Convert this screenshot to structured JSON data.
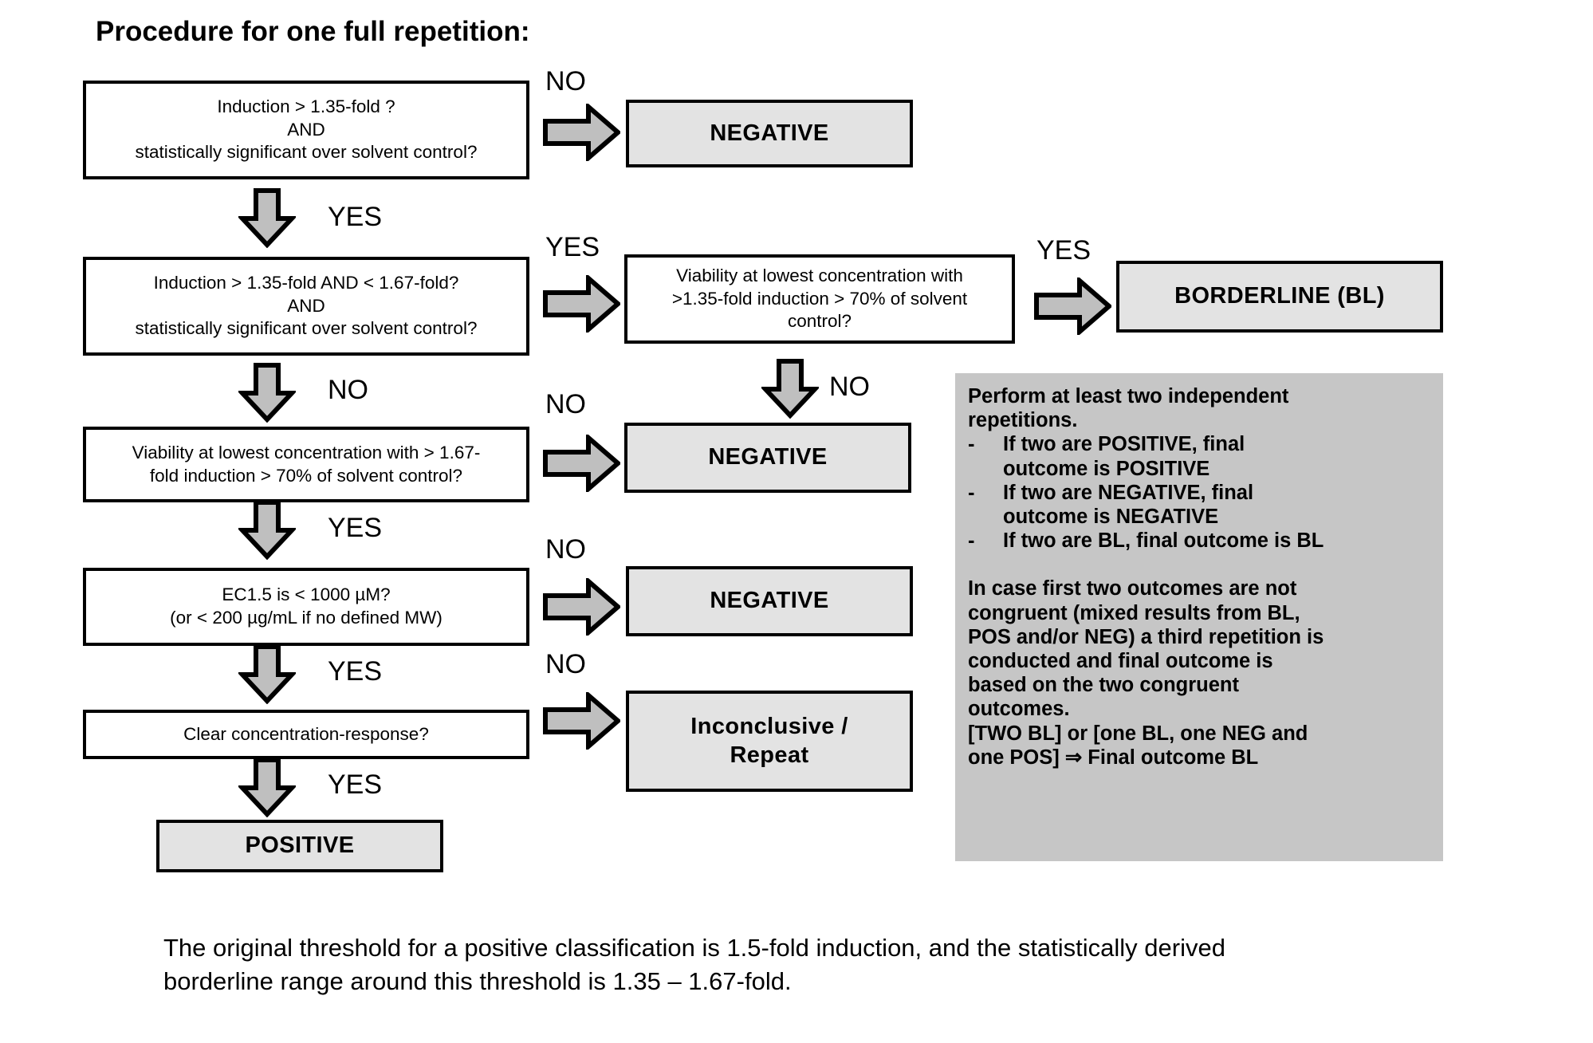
{
  "title": "Procedure for one full repetition:",
  "colors": {
    "arrow_fill": "#bfbfbf",
    "outcome_fill": "#e3e3e3",
    "note_panel_fill": "#c6c6c6",
    "stroke": "#000000",
    "background": "#ffffff"
  },
  "decision_boxes": [
    {
      "id": "induction-135",
      "lines": [
        "Induction > 1.35-fold ?",
        "AND",
        "statistically significant over solvent control?"
      ]
    },
    {
      "id": "induction-135-167",
      "lines": [
        "Induction > 1.35-fold  AND < 1.67-fold?",
        "AND",
        "statistically significant over solvent control?"
      ]
    },
    {
      "id": "viability-135",
      "lines": [
        "Viability at lowest concentration with",
        ">1.35-fold induction > 70% of solvent",
        "control?"
      ]
    },
    {
      "id": "viability-167",
      "lines": [
        "Viability at lowest concentration with > 1.67-",
        "fold induction > 70% of solvent control?"
      ]
    },
    {
      "id": "ec15",
      "lines": [
        "EC1.5 is < 1000 µM?",
        "(or < 200 µg/mL if no defined MW)"
      ]
    },
    {
      "id": "clear-response",
      "lines": [
        "Clear concentration-response?"
      ]
    }
  ],
  "outcome_boxes": [
    {
      "id": "negative-1",
      "lines": [
        "NEGATIVE"
      ]
    },
    {
      "id": "borderline",
      "lines": [
        "BORDERLINE  (BL)"
      ]
    },
    {
      "id": "negative-2",
      "lines": [
        "NEGATIVE"
      ]
    },
    {
      "id": "negative-3",
      "lines": [
        "NEGATIVE"
      ]
    },
    {
      "id": "inconclusive",
      "lines": [
        "Inconclusive /",
        "Repeat"
      ]
    },
    {
      "id": "positive",
      "lines": [
        "POSITIVE"
      ]
    }
  ],
  "arrow_labels": {
    "no_1": "NO",
    "yes_1": "YES",
    "yes_2": "YES",
    "yes_3": "YES",
    "no_2": "NO",
    "no_3": "NO",
    "no_4": "NO",
    "yes_4": "YES",
    "no_5": "NO",
    "yes_5": "YES",
    "no_6": "NO",
    "yes_6": "YES"
  },
  "note_panel": {
    "intro_line1": "Perform at least two independent",
    "intro_line2": "repetitions.",
    "bullets": [
      {
        "dash": "-",
        "line1": "If two are POSITIVE, final",
        "line2": "outcome is POSITIVE"
      },
      {
        "dash": "-",
        "line1": "If two are NEGATIVE, final",
        "line2": "outcome is NEGATIVE"
      },
      {
        "dash": "-",
        "line1": "If two are BL, final outcome is BL",
        "line2": ""
      }
    ],
    "para2": [
      "In case first two outcomes are not",
      "congruent (mixed results from BL,",
      "POS and/or NEG) a third repetition is",
      "conducted and final outcome is",
      "based on the two congruent",
      "outcomes."
    ],
    "para3": [
      "[TWO BL] or [one BL, one NEG and",
      "one POS] ⇒ Final outcome BL"
    ]
  },
  "caption": {
    "line1": "The original threshold for a positive classification is 1.5-fold induction, and the statistically derived",
    "line2": "borderline range around this threshold is 1.35 – 1.67-fold."
  }
}
